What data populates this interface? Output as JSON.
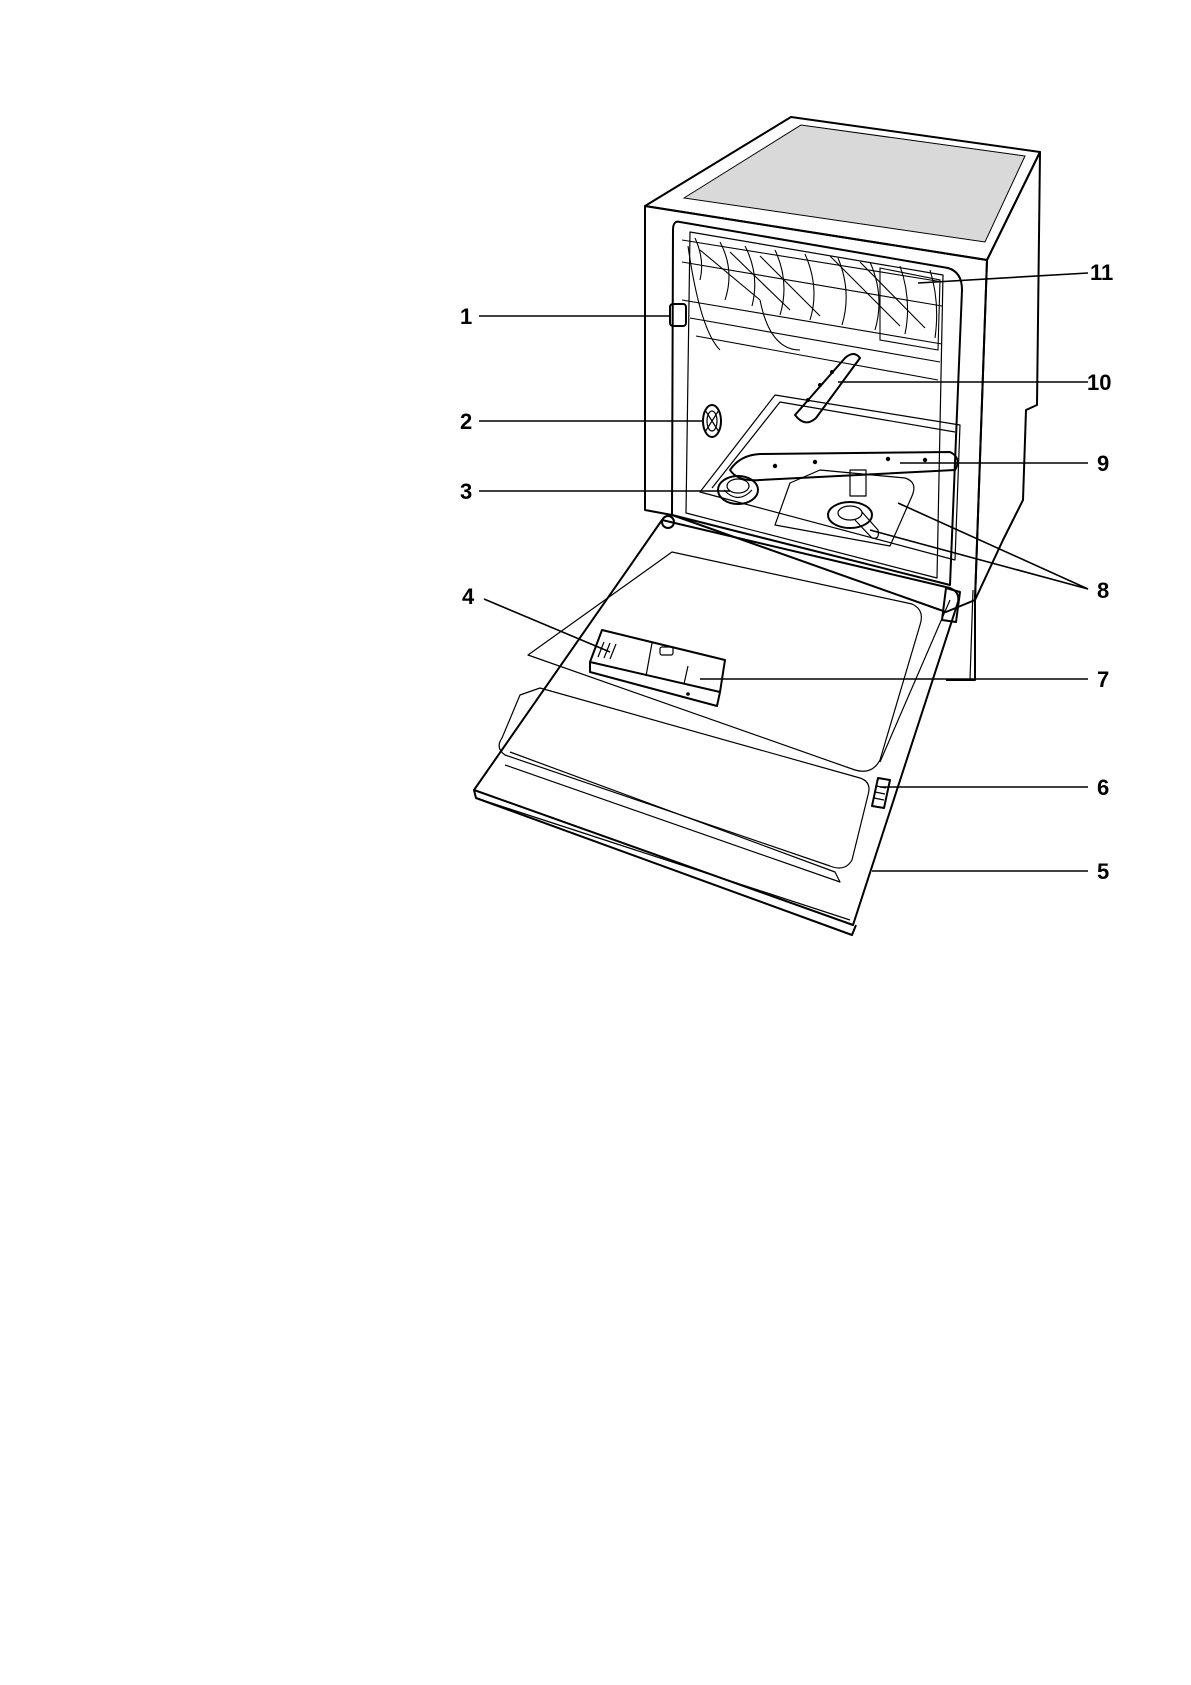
{
  "callouts": [
    "1",
    "2",
    "3",
    "4",
    "5",
    "6",
    "7",
    "8",
    "9",
    "10",
    "11"
  ],
  "colors": {
    "line": "#000000",
    "top_panel": "#d9d9d9",
    "panel_shade": "#f2f2f2",
    "background": "#ffffff"
  }
}
